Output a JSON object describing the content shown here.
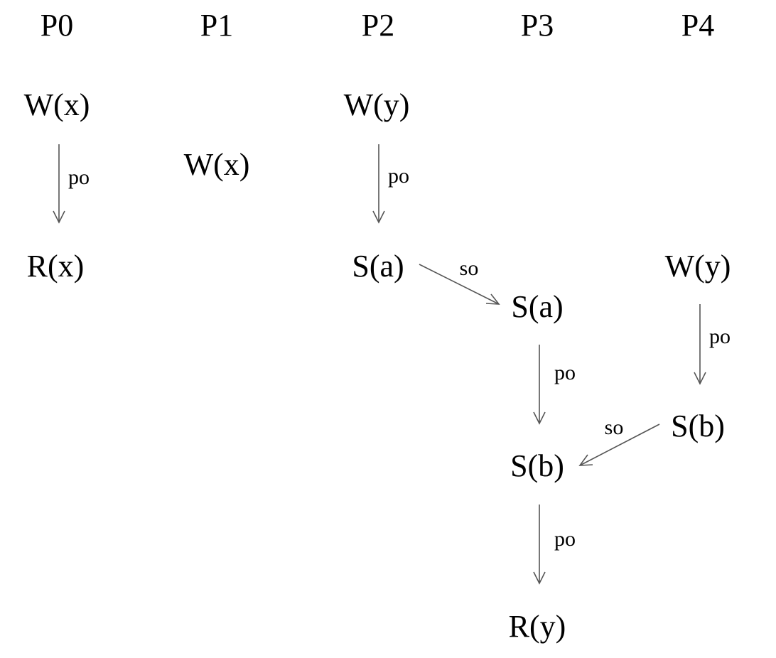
{
  "processes": [
    "P0",
    "P1",
    "P2",
    "P3",
    "P4"
  ],
  "events": {
    "p0_w_x": "W(x)",
    "p0_r_x": "R(x)",
    "p1_w_x": "W(x)",
    "p2_w_y": "W(y)",
    "p2_s_a": "S(a)",
    "p3_s_a": "S(a)",
    "p3_s_b": "S(b)",
    "p3_r_y": "R(y)",
    "p4_w_y": "W(y)",
    "p4_s_b": "S(b)"
  },
  "edges": [
    {
      "from": "p0_w_x",
      "to": "p0_r_x",
      "label": "po"
    },
    {
      "from": "p2_w_y",
      "to": "p2_s_a",
      "label": "po"
    },
    {
      "from": "p2_s_a",
      "to": "p3_s_a",
      "label": "so"
    },
    {
      "from": "p3_s_a",
      "to": "p3_s_b",
      "label": "po"
    },
    {
      "from": "p4_w_y",
      "to": "p4_s_b",
      "label": "po"
    },
    {
      "from": "p4_s_b",
      "to": "p3_s_b",
      "label": "so"
    },
    {
      "from": "p3_s_b",
      "to": "p3_r_y",
      "label": "po"
    }
  ]
}
